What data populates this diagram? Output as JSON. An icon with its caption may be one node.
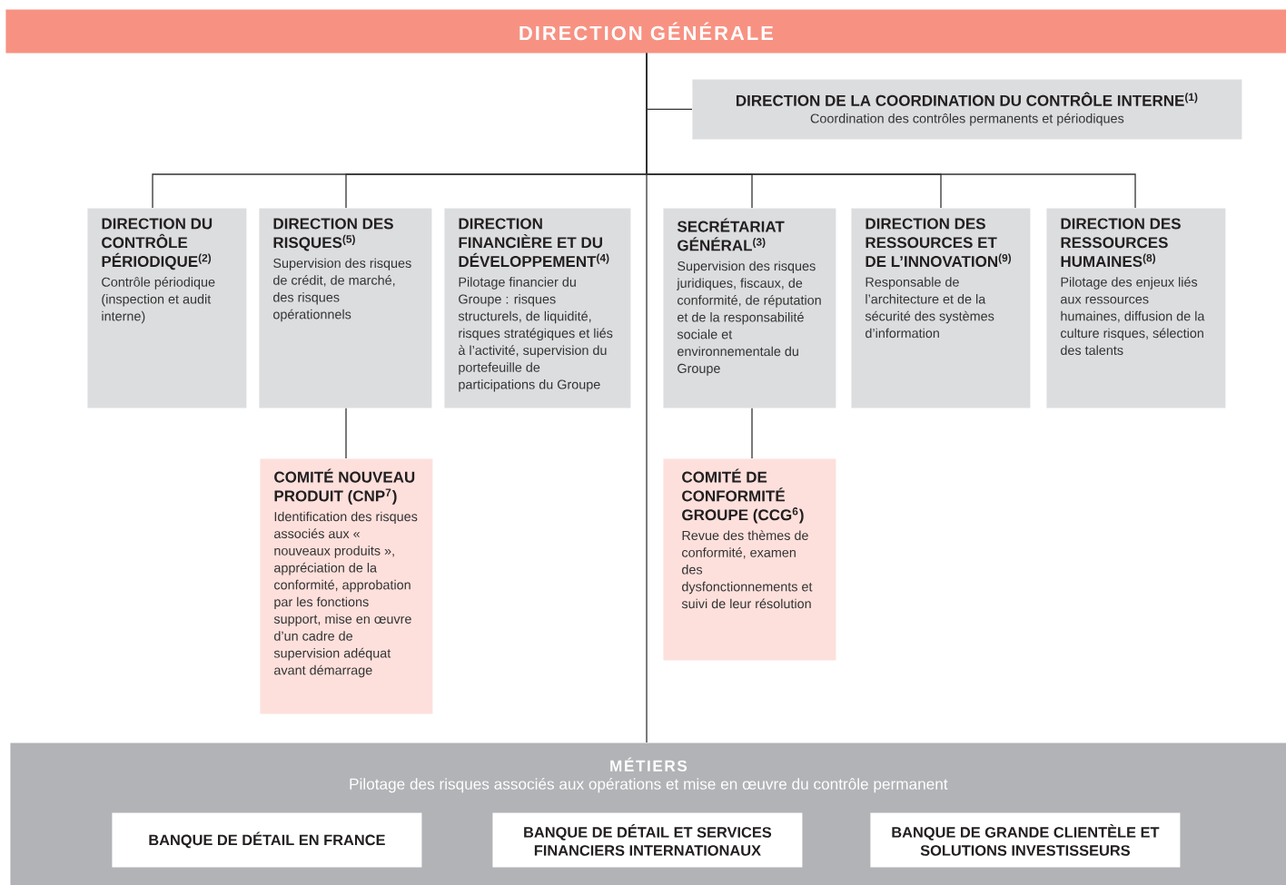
{
  "diagram": {
    "nodes": [
      {
        "text": [
          "DIRECTION GÉNÉRALE"
        ]
      },
      {
        "text": [
          "DIRECTION DE LA COORDINATION DU CONTRÔLE INTERNE$^{(1)}$",
          "Coordination des contrôles permanents et périodiques"
        ]
      },
      {
        "text": [
          "DIRECTION DU CONTRÔLE PÉRIODIQUE$^{(2)}$",
          "Contrôle périodique (inspection et audit interne)"
        ]
      },
      {
        "text": [
          "DIRECTION DES RISQUES$^{(5)}$",
          "Supervision des risques de crédit, de marché, des risques opérationnels"
        ]
      },
      {
        "text": [
          "DIRECTION FINANCIÈRE ET DU DÉVELOPPEMENT$^{(4)}$",
          "Pilotage financier du Groupe : risques structurels, de liquidité, risques stratégiques et liés à l’activité, supervision du portefeuille de participations du Groupe"
        ]
      },
      {
        "text": [
          "SECRÉTARIAT GÉNÉRAL$^{(3)}$",
          "Supervision des risques juridiques, fiscaux, de conformité, de réputation et de la responsabilité sociale et environnementale du Groupe"
        ]
      },
      {
        "text": [
          "DIRECTION DES RESSOURCES ET DE L’INNOVATION$^{(9)}$",
          "Responsable de l’architecture et de la sécurité des systèmes d’information"
        ]
      },
      {
        "text": [
          "DIRECTION DES RESSOURCES HUMAINES$^{(8)}$",
          "Pilotage des enjeux liés aux ressources humaines, diffusion de la culture risques, sélection des talents"
        ]
      },
      {
        "text": [
          "COMITÉ NOUVEAU PRODUIT (CNP$^{7}$)",
          "Identification des risques associés aux « nouveaux produits », appréciation de la conformité, approbation par les fonctions support, mise en œuvre d’un cadre de supervision adéquat avant démarrage"
        ]
      },
      {
        "text": [
          "COMITÉ DE CONFORMITÉ GROUPE (CCG$^{6}$)",
          "Revue des thèmes de conformité, examen des dysfonctionnements et suivi de leur résolution"
        ]
      },
      {
        "text": [
          "MÉTIERS",
          "Pilotage des risques associés aux opérations et mise en œuvre du contrôle permanent"
        ]
      },
      {
        "text": [
          "BANQUE DE DÉTAIL EN FRANCE"
        ],
        "in": 10
      },
      {
        "text": [
          "BANQUE DE DÉTAIL ET SERVICES FINANCIERS INTERNATIONAUX"
        ],
        "in": 10
      },
      {
        "text": [
          "BANQUE DE GRANDE CLIENTÈLE ET SOLUTIONS INVESTISSEURS"
        ],
        "in": 10
      }
    ],
    "edges": [
      {
        "from": 0,
        "to": 1,
        "arrow": "none"
      },
      {
        "from": 0,
        "to": 2,
        "arrow": "none"
      },
      {
        "from": 0,
        "to": 3,
        "arrow": "none"
      },
      {
        "from": 0,
        "to": 5,
        "arrow": "none"
      },
      {
        "from": 0,
        "to": 6,
        "arrow": "none"
      },
      {
        "from": 0,
        "to": 7,
        "arrow": "none"
      },
      {
        "from": 3,
        "to": 8,
        "arrow": "none"
      },
      {
        "from": 5,
        "to": 9,
        "arrow": "none"
      },
      {
        "from": 0,
        "to": 10,
        "arrow": "none"
      }
    ]
  }
}
